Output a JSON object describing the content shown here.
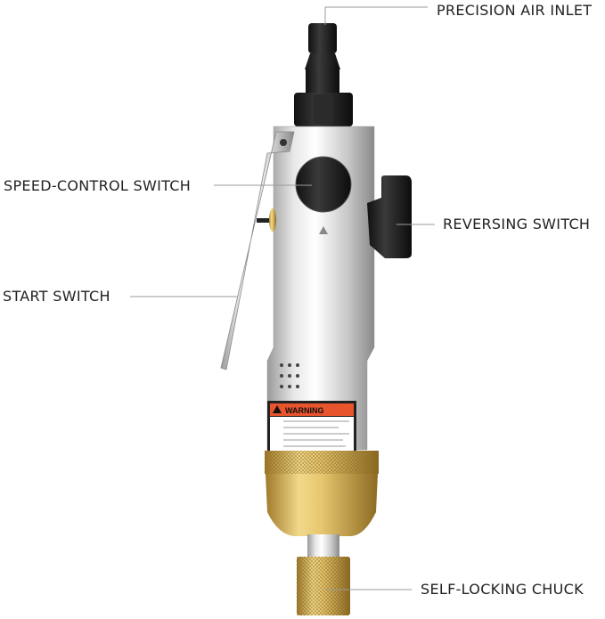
{
  "labels": {
    "air_inlet": "PRECISION AIR INLET",
    "speed_control": "SPEED-CONTROL SWITCH",
    "reversing": "REVERSING SWITCH",
    "start": "START SWITCH",
    "chuck": "SELF-LOCKING CHUCK"
  },
  "warning": {
    "title": "WARNING"
  },
  "colors": {
    "warning_orange": "#e8542c",
    "brass": "#c9a24a",
    "body_silver": "#d6d6d6",
    "leader_line": "#9a9a9a"
  }
}
